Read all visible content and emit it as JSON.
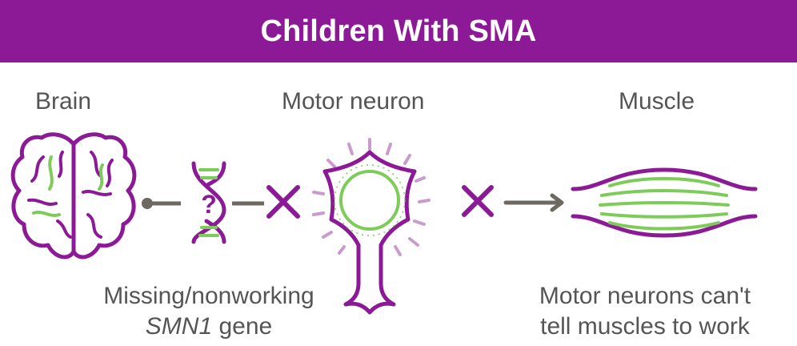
{
  "title": "Children With SMA",
  "labels": {
    "brain": "Brain",
    "motor_neuron": "Motor neuron",
    "muscle": "Muscle"
  },
  "captions": {
    "gene_line1": "Missing/nonworking",
    "gene_italic": "SMN1",
    "gene_rest": " gene",
    "muscle_line1": "Motor neurons can't",
    "muscle_line2": "tell muscles to work"
  },
  "gene_symbol": "?",
  "colors": {
    "purple": "#8c1a97",
    "light_purple": "#c99ccd",
    "green": "#7dcc5a",
    "gray": "#6d6862",
    "text": "#555555"
  },
  "icons": [
    "brain-icon",
    "dna-icon",
    "x-mark-icon",
    "motor-neuron-icon",
    "arrow-icon",
    "muscle-icon"
  ]
}
